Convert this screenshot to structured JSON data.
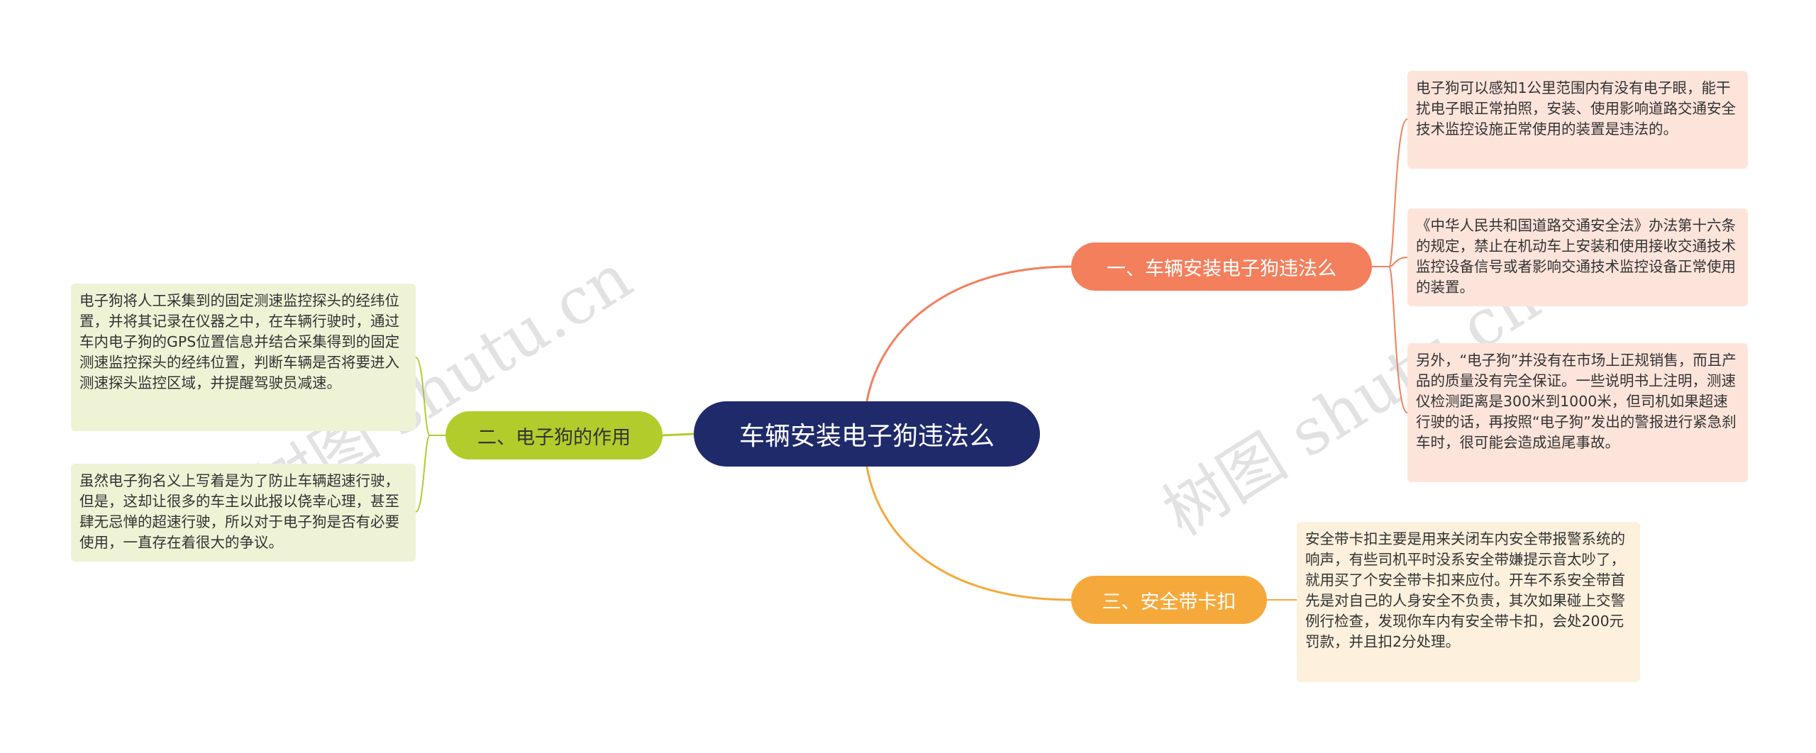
{
  "center": {
    "label": "车辆安装电子狗违法么"
  },
  "branches": [
    {
      "label": "一、车辆安装电子狗违法么",
      "color": "#f47f5c",
      "leaves": [
        "电子狗可以感知1公里范围内有没有电子眼，能干扰电子眼正常拍照，安装、使用影响道路交通安全技术监控设施正常使用的装置是违法的。",
        "《中华人民共和国道路交通安全法》办法第十六条的规定，禁止在机动车上安装和使用接收交通技术监控设备信号或者影响交通技术监控设备正常使用的装置。",
        "另外，“电子狗”并没有在市场上正规销售，而且产品的质量没有完全保证。一些说明书上注明，测速仪检测距离是300米到1000米，但司机如果超速行驶的话，再按照“电子狗”发出的警报进行紧急刹车时，很可能会造成追尾事故。"
      ]
    },
    {
      "label": "二、电子狗的作用",
      "color": "#b2cc2b",
      "leaves": [
        "电子狗将人工采集到的固定测速监控探头的经纬位置，并将其记录在仪器之中，在车辆行驶时，通过车内电子狗的GPS位置信息并结合采集得到的固定测速监控探头的经纬位置，判断车辆是否将要进入测速探头监控区域，并提醒驾驶员减速。",
        "虽然电子狗名义上写着是为了防止车辆超速行驶，但是，这却让很多的车主以此报以侥幸心理，甚至肆无忌惮的超速行驶，所以对于电子狗是否有必要使用，一直存在着很大的争议。"
      ]
    },
    {
      "label": "三、安全带卡扣",
      "color": "#f6a93b",
      "leaves": [
        "安全带卡扣主要是用来关闭车内安全带报警系统的响声，有些司机平时没系安全带嫌提示音太吵了，就用买了个安全带卡扣来应付。开车不系安全带首先是对自己的人身安全不负责，其次如果碰上交警例行检查，发现你车内有安全带卡扣，会处200元罚款，并且扣2分处理。"
      ]
    }
  ],
  "watermarks": [
    "树图 shutu.cn",
    "树图 shutu.cn"
  ]
}
